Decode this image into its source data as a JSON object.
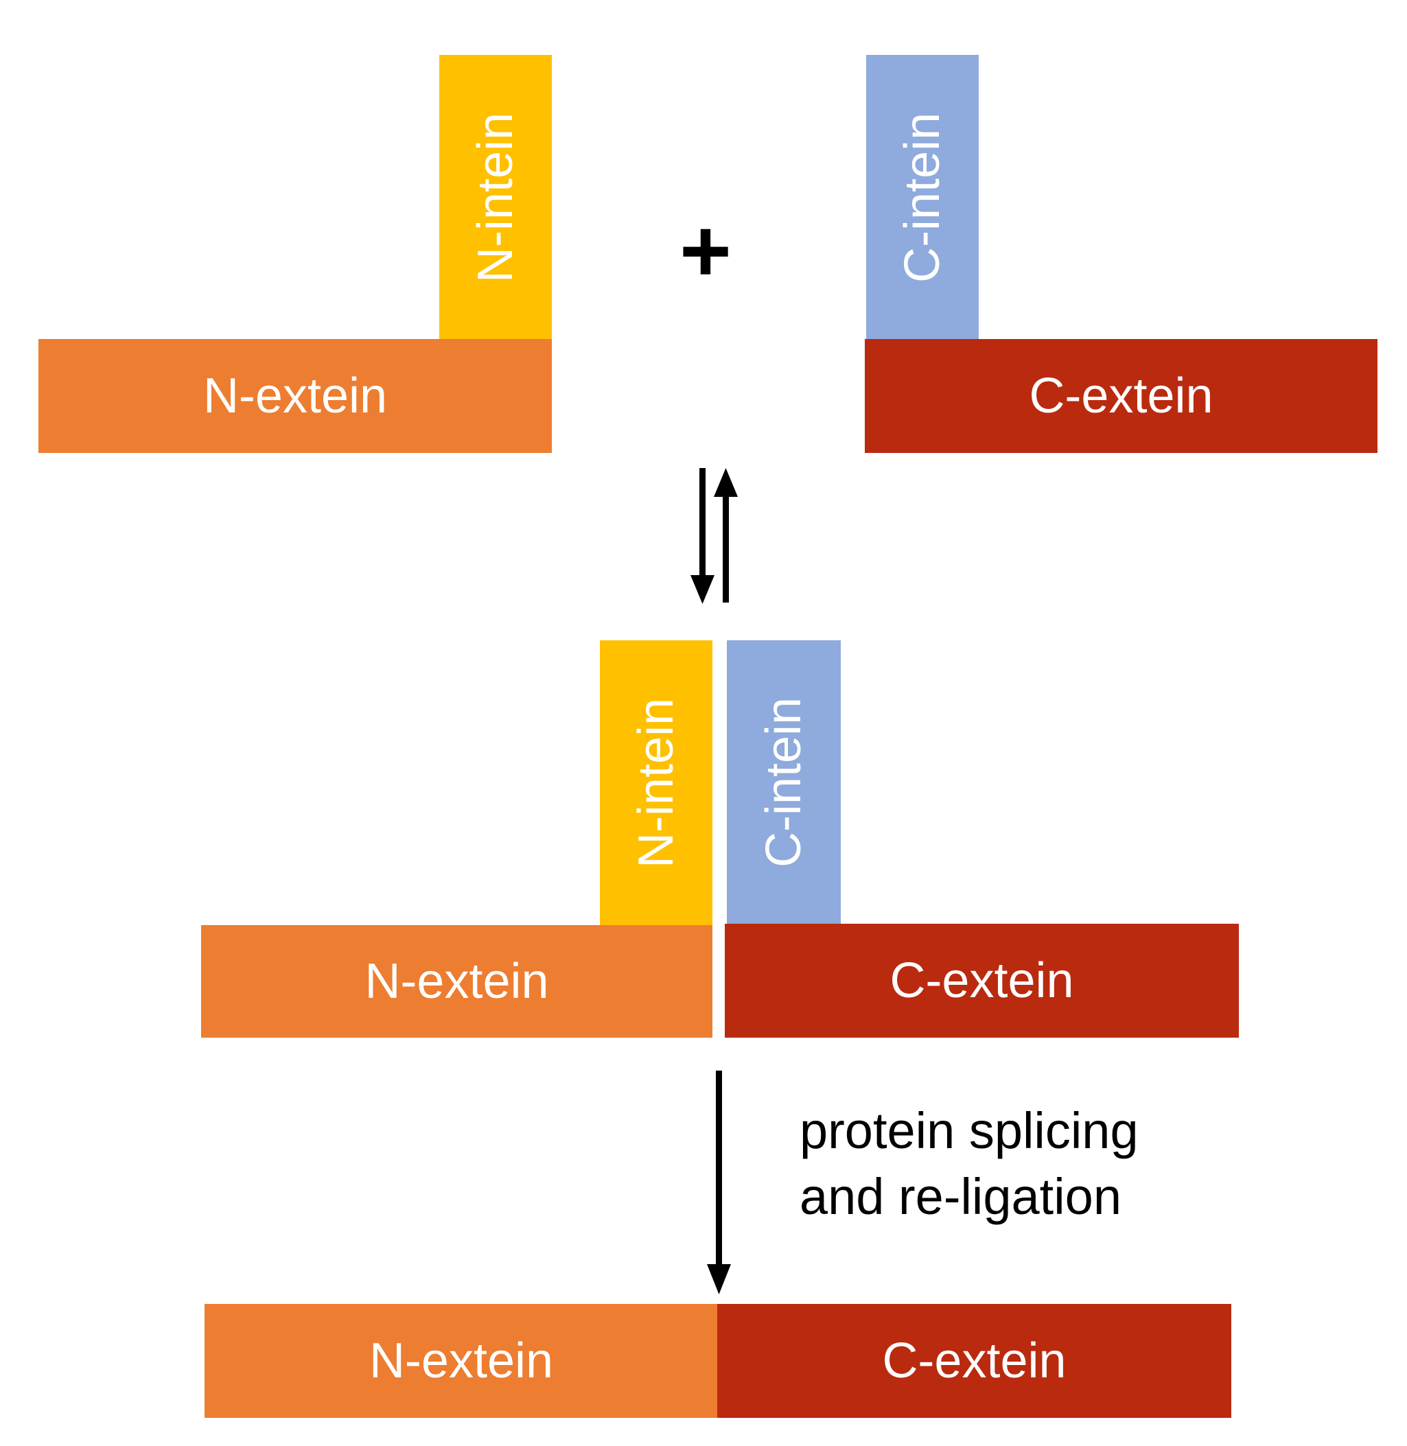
{
  "colors": {
    "n_extein": "#ED7D31",
    "c_extein": "#BA2A0F",
    "n_intein": "#FFC000",
    "c_intein": "#8FAADC",
    "arrow": "#000000",
    "background": "#ffffff"
  },
  "labels": {
    "n_extein": "N-extein",
    "c_extein": "C-extein",
    "n_intein": "N-intein",
    "c_intein": "C-intein",
    "plus": "+",
    "step_line1": "protein splicing",
    "step_line2": "and re-ligation"
  }
}
